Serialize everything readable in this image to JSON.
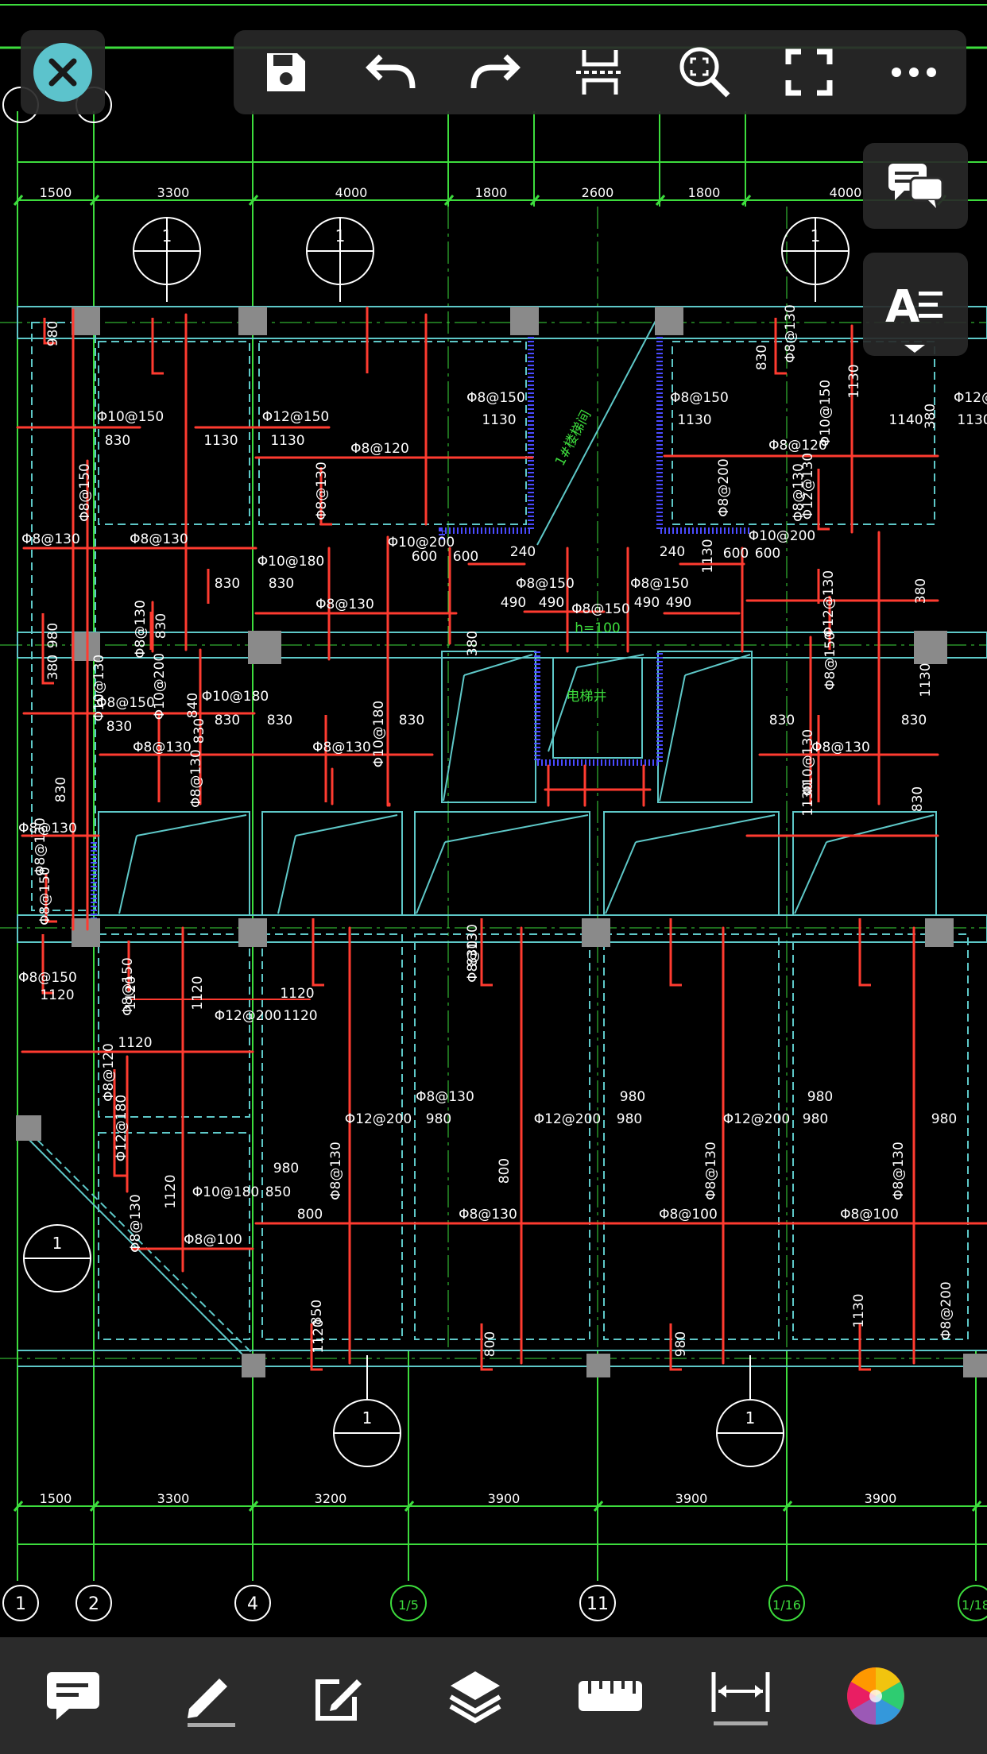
{
  "colors": {
    "background": "#000000",
    "rebar": "#ff3b30",
    "axis_green": "#3ddc3d",
    "wall_cyan": "#5ec8c8",
    "white": "#ffffff",
    "toolbar_bg": "#282828",
    "close_accent": "#5cc3cc",
    "bottom_bar": "#2b2b2b"
  },
  "toolbar": {
    "close_icon": "close-icon",
    "save_icon": "save-icon",
    "undo_icon": "undo-icon",
    "redo_icon": "redo-icon",
    "section_icon": "section-cut-icon",
    "zoom_fit_icon": "zoom-window-icon",
    "fullscreen_icon": "fullscreen-icon",
    "more_icon": "more-icon",
    "comments_icon": "comments-icon",
    "text_style_icon": "text-style-icon"
  },
  "bottom_bar": {
    "items": [
      "annotation-icon",
      "pencil-icon",
      "edit-icon",
      "layers-icon",
      "ruler-icon",
      "dimension-icon",
      "color-wheel-icon"
    ]
  },
  "drawing": {
    "top_dims": [
      "1500",
      "3300",
      "4000",
      "1800",
      "2600",
      "1800",
      "4000"
    ],
    "bottom_dims": [
      "1500",
      "3300",
      "3200",
      "3900",
      "3900",
      "3900"
    ],
    "axis_labels": [
      "1",
      "2",
      "4",
      "1/5",
      "11",
      "1/16",
      "1/18"
    ],
    "section_marks": [
      "1",
      "1",
      "1",
      "1",
      "1",
      "1"
    ],
    "rebar_labels": [
      {
        "t": "Φ10@150"
      },
      {
        "t": "830"
      },
      {
        "t": "1130"
      },
      {
        "t": "Φ12@150"
      },
      {
        "t": "1130"
      },
      {
        "t": "Φ8@120"
      },
      {
        "t": "Φ8@150"
      },
      {
        "t": "1130"
      },
      {
        "t": "Φ8@150"
      },
      {
        "t": "1130"
      },
      {
        "t": "Φ8@120"
      },
      {
        "t": "1140"
      },
      {
        "t": "Φ12@"
      },
      {
        "t": "1130"
      },
      {
        "t": "Φ8@130"
      },
      {
        "t": "Φ8@130"
      },
      {
        "t": "Φ10@180"
      },
      {
        "t": "830"
      },
      {
        "t": "830"
      },
      {
        "t": "Φ10@200"
      },
      {
        "t": "600"
      },
      {
        "t": "600"
      },
      {
        "t": "240"
      },
      {
        "t": "240"
      },
      {
        "t": "Φ10@200"
      },
      {
        "t": "600"
      },
      {
        "t": "600"
      },
      {
        "t": "Φ8@150"
      },
      {
        "t": "Φ8@150"
      },
      {
        "t": "490"
      },
      {
        "t": "490"
      },
      {
        "t": "Φ8@150"
      },
      {
        "t": "490"
      },
      {
        "t": "490"
      },
      {
        "t": "Φ8@130"
      },
      {
        "t": "h=100"
      },
      {
        "t": "电梯井"
      },
      {
        "t": "1#楼梯间"
      },
      {
        "t": "Φ8@150"
      },
      {
        "t": "830"
      },
      {
        "t": "Φ10@180"
      },
      {
        "t": "830"
      },
      {
        "t": "830"
      },
      {
        "t": "830"
      },
      {
        "t": "Φ8@130"
      },
      {
        "t": "Φ8@130"
      },
      {
        "t": "Φ8@130"
      },
      {
        "t": "830"
      },
      {
        "t": "830"
      },
      {
        "t": "Φ8@130"
      },
      {
        "t": "Φ8@150"
      },
      {
        "t": "1120"
      },
      {
        "t": "1120"
      },
      {
        "t": "Φ12@200"
      },
      {
        "t": "1120"
      },
      {
        "t": "1120"
      },
      {
        "t": "Φ8@130"
      },
      {
        "t": "Φ12@200"
      },
      {
        "t": "980"
      },
      {
        "t": "980"
      },
      {
        "t": "Φ12@200"
      },
      {
        "t": "980"
      },
      {
        "t": "980"
      },
      {
        "t": "Φ12@200"
      },
      {
        "t": "980"
      },
      {
        "t": "980"
      },
      {
        "t": "980"
      },
      {
        "t": "Φ10@180"
      },
      {
        "t": "850"
      },
      {
        "t": "800"
      },
      {
        "t": "Φ8@130"
      },
      {
        "t": "Φ8@100"
      },
      {
        "t": "Φ8@100"
      },
      {
        "t": "Φ8@100"
      },
      {
        "t": "Φ8@130"
      },
      {
        "t": "850"
      },
      {
        "t": "800"
      },
      {
        "t": "980"
      },
      {
        "t": "980"
      },
      {
        "t": "980"
      },
      {
        "t": "380"
      },
      {
        "t": "380"
      },
      {
        "t": "380"
      },
      {
        "t": "380"
      },
      {
        "t": "830"
      },
      {
        "t": "1130"
      },
      {
        "t": "Φ8@150"
      },
      {
        "t": "Φ10@130"
      },
      {
        "t": "Φ8@200"
      },
      {
        "t": "Φ8@130"
      },
      {
        "t": "Φ12@130"
      },
      {
        "t": "1130"
      },
      {
        "t": "1130"
      },
      {
        "t": "Φ8@130"
      },
      {
        "t": "830"
      },
      {
        "t": "Φ10@200"
      },
      {
        "t": "840"
      },
      {
        "t": "830"
      },
      {
        "t": "Φ8@130"
      },
      {
        "t": "Φ10@180"
      },
      {
        "t": "830"
      },
      {
        "t": "Φ8@130"
      },
      {
        "t": "Φ8@200"
      },
      {
        "t": "Φ8@150"
      },
      {
        "t": "1120"
      },
      {
        "t": "Φ8@150"
      },
      {
        "t": "1120"
      },
      {
        "t": "Φ8@120"
      },
      {
        "t": "Φ12@180"
      },
      {
        "t": "1120"
      },
      {
        "t": "1120"
      },
      {
        "t": "Φ8@130"
      },
      {
        "t": "800"
      },
      {
        "t": "Φ8@130"
      },
      {
        "t": "Φ8@130"
      },
      {
        "t": "Φ8@130"
      },
      {
        "t": "Φ8@130"
      },
      {
        "t": "Φ10@150"
      },
      {
        "t": "Φ12@130"
      },
      {
        "t": "1130"
      },
      {
        "t": "Φ8@150"
      },
      {
        "t": "Φ10@130"
      },
      {
        "t": "1130"
      },
      {
        "t": "830"
      },
      {
        "t": "Φ8@130"
      },
      {
        "t": "830"
      }
    ]
  }
}
